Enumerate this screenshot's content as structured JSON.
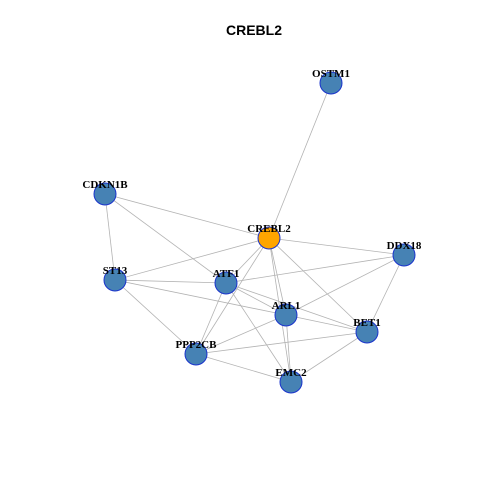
{
  "graph": {
    "title": "CREBL2",
    "colors": {
      "node_fill": "#4682b4",
      "node_stroke": "#1a33cc",
      "highlight_fill": "#ffa500",
      "edge": "#b3b3b3"
    },
    "nodes": [
      {
        "id": "OSTM1",
        "label": "OSTM1",
        "highlight": false
      },
      {
        "id": "CDKN1B",
        "label": "CDKN1B",
        "highlight": false
      },
      {
        "id": "CREBL2",
        "label": "CREBL2",
        "highlight": true
      },
      {
        "id": "DDX18",
        "label": "DDX18",
        "highlight": false
      },
      {
        "id": "ST13",
        "label": "ST13",
        "highlight": false
      },
      {
        "id": "ATF1",
        "label": "ATF1",
        "highlight": false
      },
      {
        "id": "ARL1",
        "label": "ARL1",
        "highlight": false
      },
      {
        "id": "BET1",
        "label": "BET1",
        "highlight": false
      },
      {
        "id": "PPP2CB",
        "label": "PPP2CB",
        "highlight": false
      },
      {
        "id": "EMC2",
        "label": "EMC2",
        "highlight": false
      }
    ],
    "edges": [
      [
        "CREBL2",
        "OSTM1"
      ],
      [
        "CREBL2",
        "CDKN1B"
      ],
      [
        "CREBL2",
        "DDX18"
      ],
      [
        "CREBL2",
        "ST13"
      ],
      [
        "CREBL2",
        "ATF1"
      ],
      [
        "CREBL2",
        "ARL1"
      ],
      [
        "CREBL2",
        "BET1"
      ],
      [
        "CREBL2",
        "PPP2CB"
      ],
      [
        "CREBL2",
        "EMC2"
      ],
      [
        "CDKN1B",
        "ST13"
      ],
      [
        "CDKN1B",
        "ATF1"
      ],
      [
        "DDX18",
        "ATF1"
      ],
      [
        "DDX18",
        "ARL1"
      ],
      [
        "DDX18",
        "BET1"
      ],
      [
        "ST13",
        "ATF1"
      ],
      [
        "ST13",
        "ARL1"
      ],
      [
        "ST13",
        "PPP2CB"
      ],
      [
        "ATF1",
        "ARL1"
      ],
      [
        "ATF1",
        "BET1"
      ],
      [
        "ATF1",
        "PPP2CB"
      ],
      [
        "ATF1",
        "EMC2"
      ],
      [
        "ARL1",
        "BET1"
      ],
      [
        "ARL1",
        "PPP2CB"
      ],
      [
        "ARL1",
        "EMC2"
      ],
      [
        "BET1",
        "PPP2CB"
      ],
      [
        "BET1",
        "EMC2"
      ],
      [
        "PPP2CB",
        "EMC2"
      ]
    ]
  }
}
